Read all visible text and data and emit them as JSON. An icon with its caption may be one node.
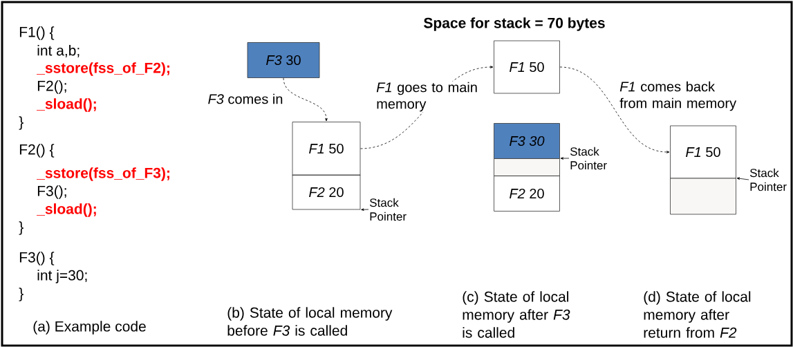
{
  "diagram": {
    "title": "Space for stack = 70 bytes",
    "nodes": [
      {
        "text": [
          "*F3* 30"
        ]
      },
      {
        "text": [
          "*F1* 50"
        ]
      },
      {
        "text": [
          "*F2* 20"
        ]
      },
      {
        "text": [
          "*F1* 50"
        ]
      },
      {
        "text": [
          "F3 30"
        ]
      },
      {
        "text": [],
        "shape": "box"
      },
      {
        "text": [
          "*F2* 20"
        ]
      },
      {
        "text": [
          "*F1* 50"
        ]
      },
      {
        "text": [],
        "shape": "box"
      },
      {
        "text": [
          "Stack Pointer"
        ]
      },
      {
        "text": [
          "Stack Pointer"
        ]
      },
      {
        "text": [
          "Stack Pointer"
        ]
      }
    ],
    "edges": [
      {
        "from": 0,
        "to": 1,
        "arrow": "to",
        "style": "dashed",
        "label": "*F3* comes in"
      },
      {
        "from": 1,
        "to": 3,
        "arrow": "to",
        "style": "dashed",
        "label": "*F1* goes to main memory"
      },
      {
        "from": 3,
        "to": 7,
        "arrow": "to",
        "style": "dashed",
        "label": "*F1* comes back from main memory"
      },
      {
        "from": 9,
        "to": 2,
        "arrow": "to"
      },
      {
        "from": 10,
        "to": 5,
        "arrow": "to"
      },
      {
        "from": 11,
        "to": 8,
        "arrow": "to"
      }
    ],
    "labels": [
      "F1() {",
      "int a,b;",
      "_sstore(fss_of_F2);",
      "F2();",
      "_sload();",
      "}",
      "F2() {",
      "_sstore(fss_of_F3);",
      "F3();",
      "_sload();",
      "}",
      "F3() {",
      "int j=30;",
      "}",
      "(a) Example code",
      "(b) State of local memory before *F3* is called",
      "(c) State of local memory after *F3* is called",
      "(d) State of local memory after return from *F2*"
    ]
  }
}
